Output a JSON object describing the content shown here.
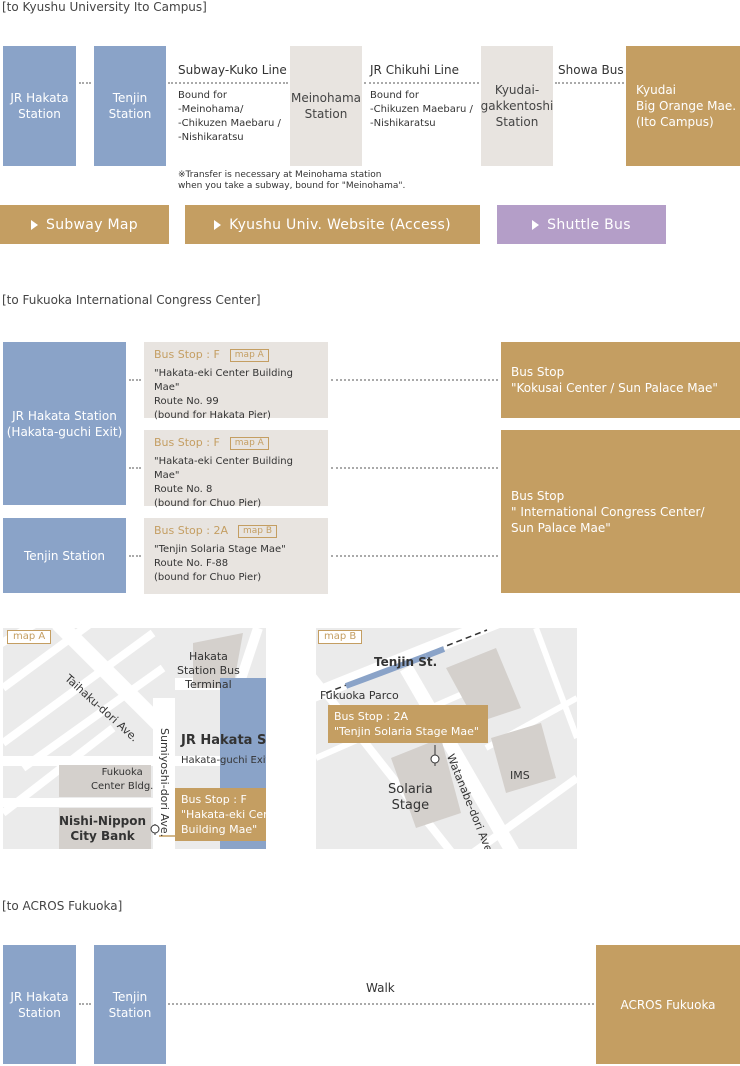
{
  "section1": {
    "title": "[to Kyushu University Ito Campus]",
    "jr_hakata": "JR Hakata\nStation",
    "tenjin": "Tenjin\nStation",
    "subway_line": "Subway-Kuko Line",
    "subway_bound": "Bound for\n-Meinohama/\n-Chikuzen Maebaru /\n-Nishikaratsu",
    "meinohama": "Meinohama\nStation",
    "chikuhi_line": "JR Chikuhi Line",
    "chikuhi_bound": "Bound for\n-Chikuzen Maebaru /\n-Nishikaratsu",
    "kyudai_station": "Kyudai-\ngakkentoshi\nStation",
    "showa_bus": "Showa Bus",
    "destination": "Kyudai\nBig Orange Mae.\n(Ito Campus)",
    "note": "※Transfer is necessary at Meinohama station\n   when you take a subway, bound for \"Meinohama\".",
    "buttons": [
      "Subway Map",
      "Kyushu Univ. Website (Access)",
      "Shuttle Bus"
    ]
  },
  "section2": {
    "title": "[to Fukuoka International Congress Center]",
    "jr_hakata": "JR Hakata Station\n(Hakata-guchi  Exit)",
    "tenjin": "Tenjin Station",
    "stops": [
      {
        "stop": "Bus Stop : F",
        "map": "map A",
        "lines": "\"Hakata-eki Center Building Mae\"\nRoute  No.  99\n (bound for Hakata Pier)"
      },
      {
        "stop": "Bus Stop : F",
        "map": "map A",
        "lines": "\"Hakata-eki Center Building Mae\"\nRoute  No.  8\n(bound for Chuo Pier)"
      },
      {
        "stop": "Bus Stop : 2A",
        "map": "map B",
        "lines": "\"Tenjin Solaria Stage Mae\"\nRoute  No.  F-88\n(bound for Chuo Pier)"
      }
    ],
    "dest1": "Bus Stop\n\"Kokusai Center / Sun Palace Mae\"",
    "dest2": "Bus Stop\n\" International Congress Center/\n  Sun Palace Mae\""
  },
  "mapA": {
    "tag": "map A",
    "taihaku": "Taihaku-dori Ave.",
    "sumiyoshi": "Sumiyoshi-dori Ave.",
    "terminal": "Hakata\nStation Bus\nTerminal",
    "jr_hakata": "JR Hakata St.",
    "exit_line": "Hakata-guchi  Exit",
    "center_bldg": "Fukuoka\nCenter Bldg.",
    "bank": "Nishi-Nippon\nCity Bank",
    "callout": "Bus Stop : F\n\"Hakata-eki Center\n  Building Mae\""
  },
  "mapB": {
    "tag": "map B",
    "tenjin": "Tenjin St.",
    "parco": "Fukuoka Parco",
    "callout": "Bus Stop : 2A\n\"Tenjin Solaria Stage Mae\"",
    "watanabe": "Watanabe-dori Ave.",
    "ims": "IMS",
    "solaria": "Solaria\nStage"
  },
  "section3": {
    "title": "[to ACROS Fukuoka]",
    "jr_hakata": "JR Hakata\nStation",
    "tenjin": "Tenjin\nStation",
    "walk": "Walk",
    "destination": "ACROS Fukuoka"
  },
  "colors": {
    "blue": "#8aa3c8",
    "gold": "#c49e62",
    "gray": "#e8e4e0",
    "purple": "#b49ec8"
  }
}
